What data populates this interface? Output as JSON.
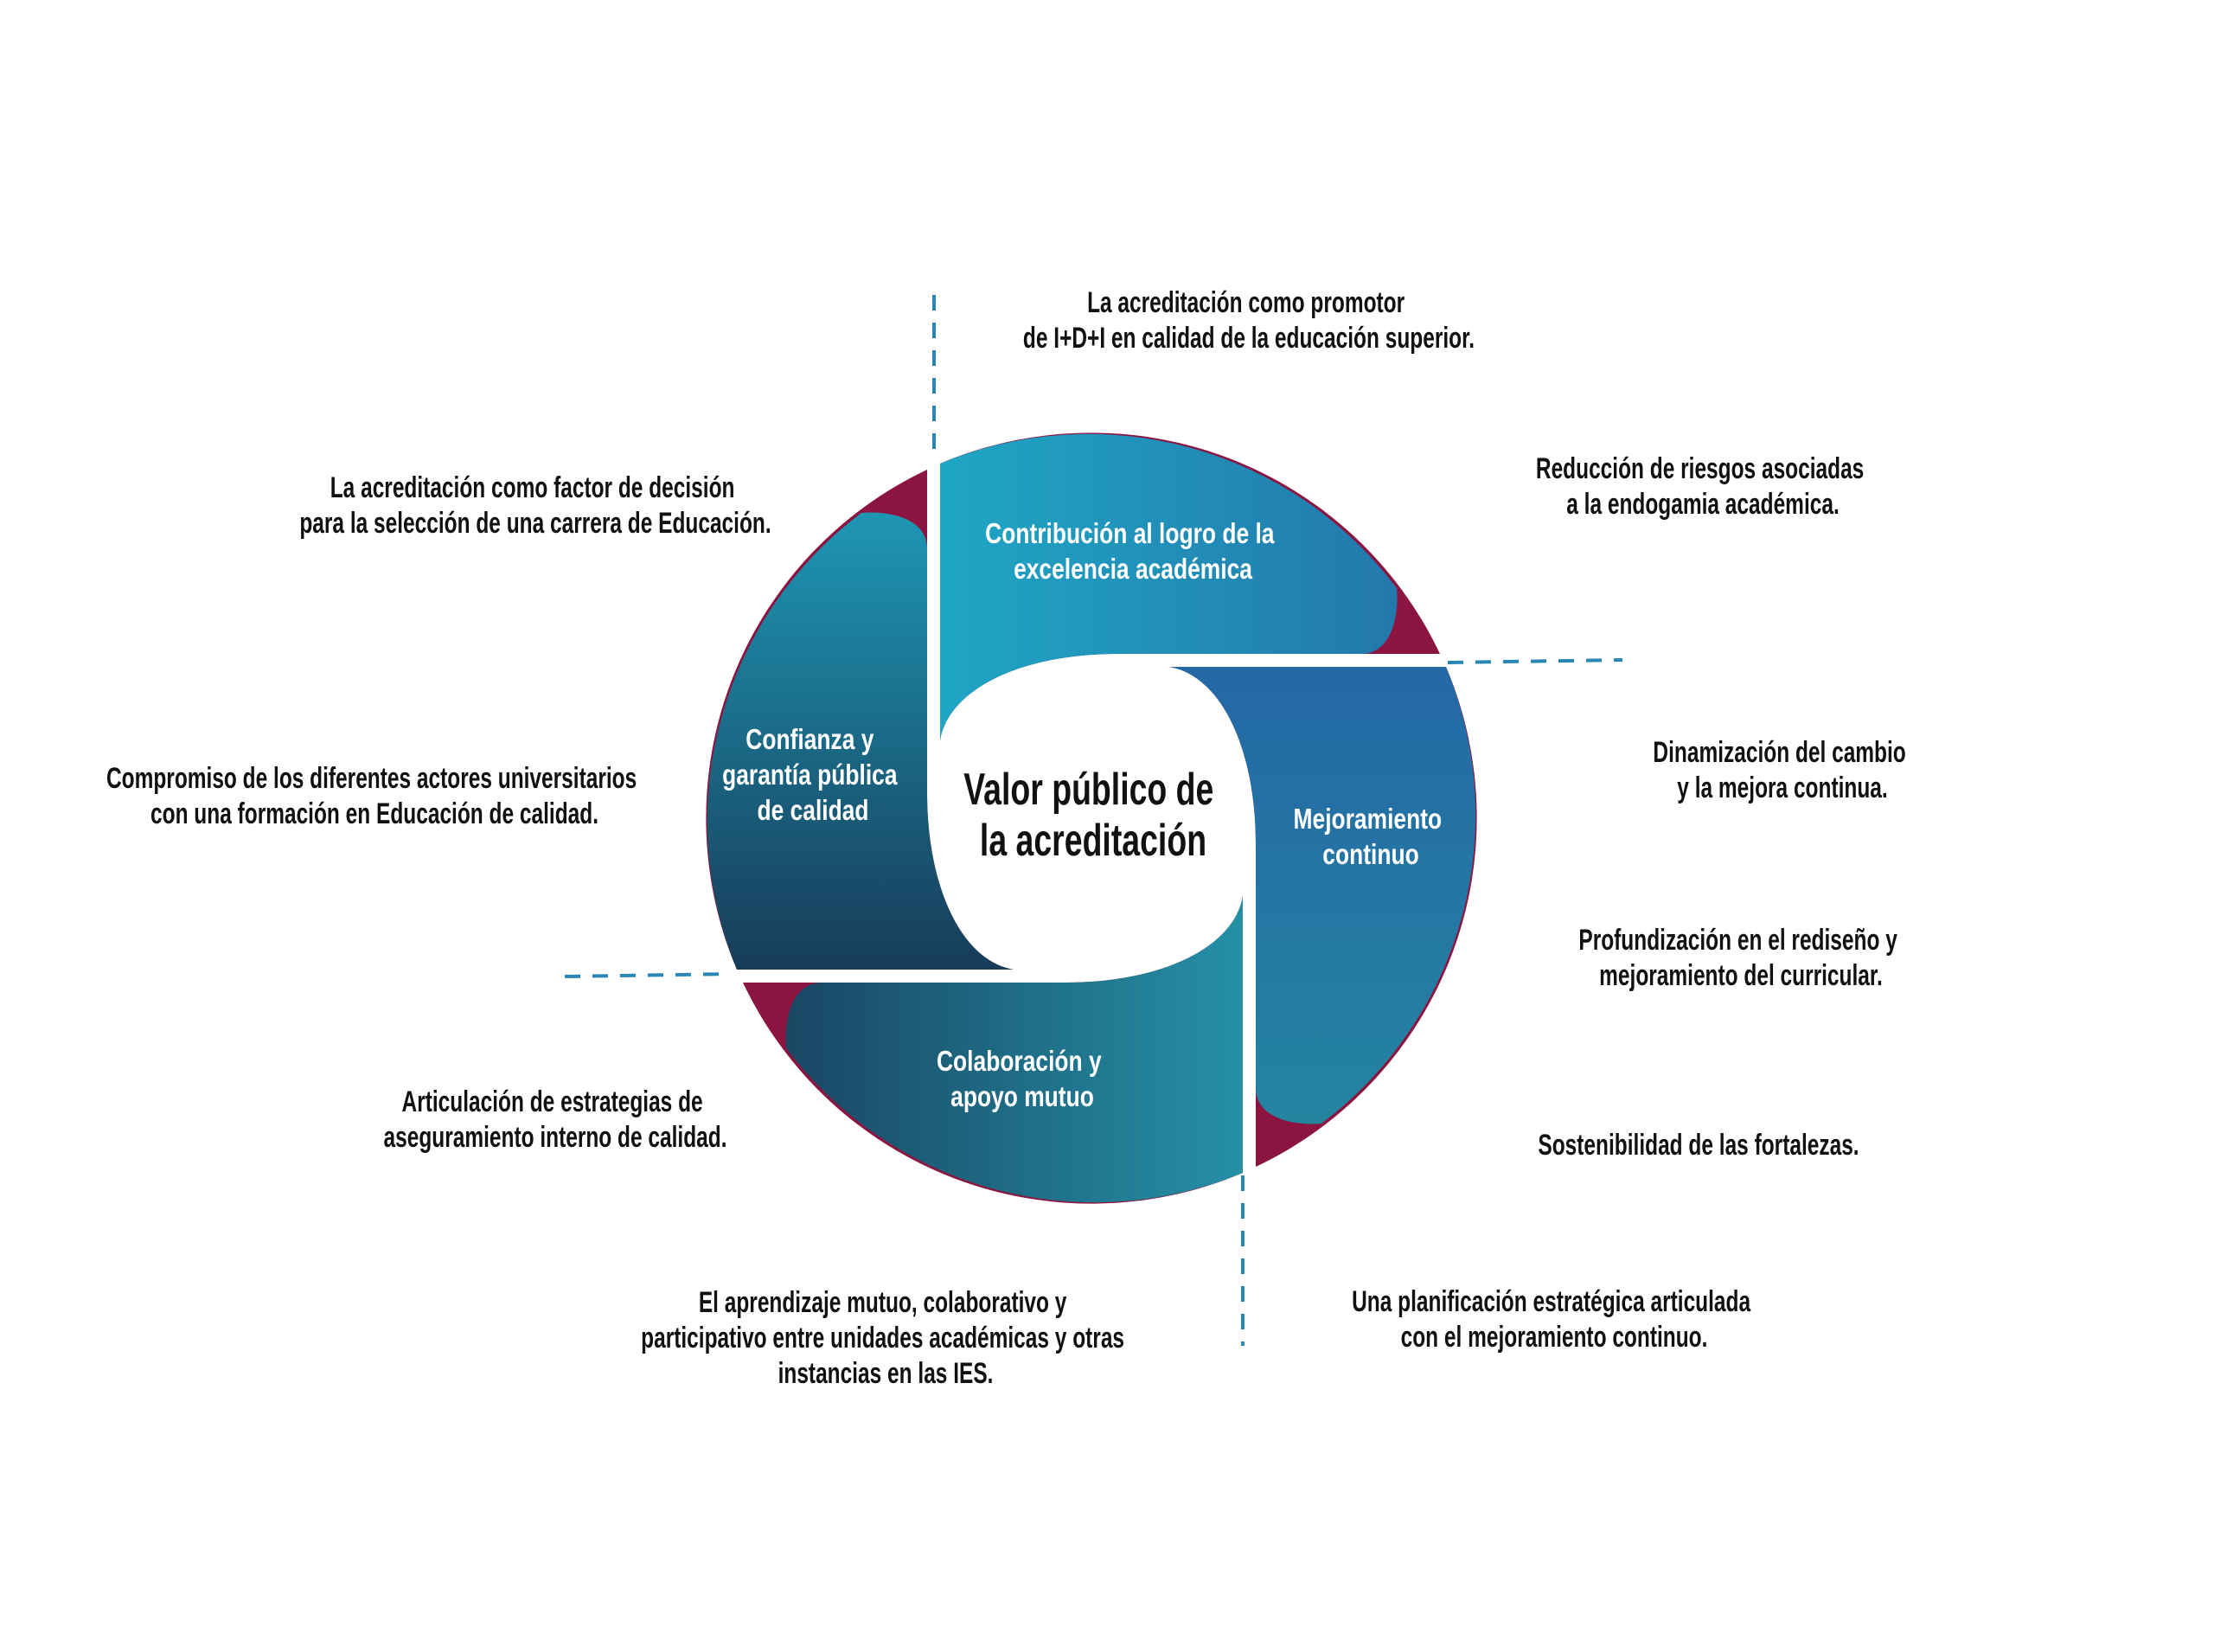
{
  "colors": {
    "accent": "#8b1540",
    "dash": "#2a86b4",
    "top_start": "#1fa6c4",
    "top_end": "#2470a8",
    "right_start": "#2468a6",
    "right_end": "#23899f",
    "bottom_start": "#2590a6",
    "bottom_end": "#173a58",
    "left_start": "#173c58",
    "left_end": "#1fa6c4"
  },
  "center": {
    "lines": [
      "Valor público de",
      "la acreditación"
    ]
  },
  "segments": {
    "top": {
      "lines": [
        "Contribución al logro de la",
        "excelencia académica"
      ]
    },
    "right": {
      "lines": [
        "Mejoramiento",
        "continuo"
      ]
    },
    "bottom": {
      "lines": [
        "Colaboración y",
        "apoyo mutuo"
      ]
    },
    "left": {
      "lines": [
        "Confianza y",
        "garantía pública",
        "de calidad"
      ]
    }
  },
  "labels": {
    "promotor": [
      "La acreditación como promotor",
      "de I+D+I en calidad de la educación superior."
    ],
    "riesgos": [
      "Reducción de riesgos asociadas",
      "a la endogamia académica."
    ],
    "dinamizacion": [
      "Dinamización del cambio",
      "y la mejora continua."
    ],
    "profundizacion": [
      "Profundización en el rediseño y",
      "mejoramiento del curricular."
    ],
    "sostenibilidad": [
      "Sostenibilidad de las fortalezas."
    ],
    "planificacion": [
      "Una planificación estratégica articulada",
      "con el mejoramiento continuo."
    ],
    "aprendizaje": [
      "El aprendizaje mutuo, colaborativo y",
      "participativo entre unidades académicas y otras",
      "instancias en las IES."
    ],
    "articulacion": [
      "Articulación de estrategias de",
      "aseguramiento interno de calidad."
    ],
    "compromiso": [
      "Compromiso de los diferentes actores universitarios",
      "con una formación en Educación de calidad."
    ],
    "factor": [
      "La acreditación como factor de decisión",
      "para la selección de una carrera de Educación."
    ]
  }
}
